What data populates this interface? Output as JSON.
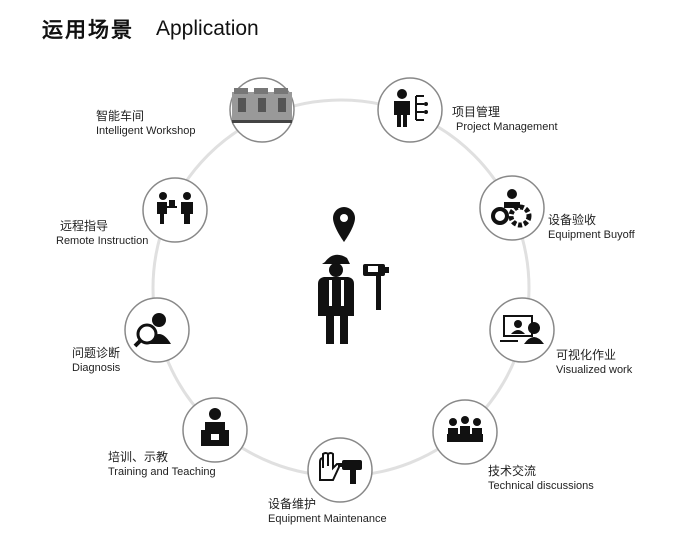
{
  "header": {
    "title_cn": "运用场景",
    "title_en": "Application"
  },
  "center": {
    "icon": "worker-with-location-pin-and-drill-icon"
  },
  "items": [
    {
      "id": "workshop",
      "cn": "智能车间",
      "en": "Intelligent Workshop",
      "icon": "factory-icon"
    },
    {
      "id": "project",
      "cn": "项目管理",
      "en": "Project Management",
      "icon": "project-management-icon"
    },
    {
      "id": "buyoff",
      "cn": "设备验收",
      "en": "Equipment Buyoff",
      "icon": "gears-person-icon"
    },
    {
      "id": "visualized",
      "cn": "可视化作业",
      "en": "Visualized work",
      "icon": "video-call-icon"
    },
    {
      "id": "technical",
      "cn": "技术交流",
      "en": "Technical discussions",
      "icon": "meeting-table-icon"
    },
    {
      "id": "maintenance",
      "cn": "设备维护",
      "en": "Equipment Maintenance",
      "icon": "glove-drill-icon"
    },
    {
      "id": "training",
      "cn": "培训、示教",
      "en": "Training and Teaching",
      "icon": "lecturer-icon"
    },
    {
      "id": "diagnosis",
      "cn": "问题诊断",
      "en": "Diagnosis",
      "icon": "magnifier-person-icon"
    },
    {
      "id": "remote",
      "cn": "远程指导",
      "en": "Remote Instruction",
      "icon": "remote-instruction-icon"
    }
  ]
}
